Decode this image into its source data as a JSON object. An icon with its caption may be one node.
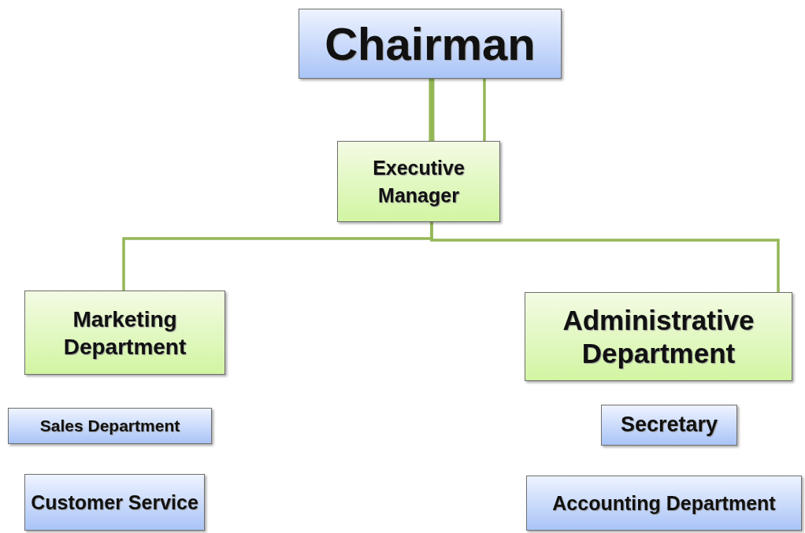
{
  "diagram": {
    "nodes": [
      {
        "text": [
          "Chairman"
        ]
      },
      {
        "text": [
          "Executive Manager"
        ]
      },
      {
        "text": [
          "Marketing Department"
        ]
      },
      {
        "text": [
          "Administrative Department"
        ]
      },
      {
        "text": [
          "Sales Department"
        ]
      },
      {
        "text": [
          "Secretary"
        ]
      },
      {
        "text": [
          "Customer Service"
        ]
      },
      {
        "text": [
          "Accounting Department"
        ]
      }
    ],
    "edges": [
      {
        "from": 0,
        "to": 1,
        "arrow": "none",
        "style": "thick"
      },
      {
        "from": 0,
        "to": 1,
        "arrow": "none"
      },
      {
        "from": 1,
        "to": 2,
        "arrow": "none"
      },
      {
        "from": 1,
        "to": 3,
        "arrow": "none"
      }
    ]
  }
}
